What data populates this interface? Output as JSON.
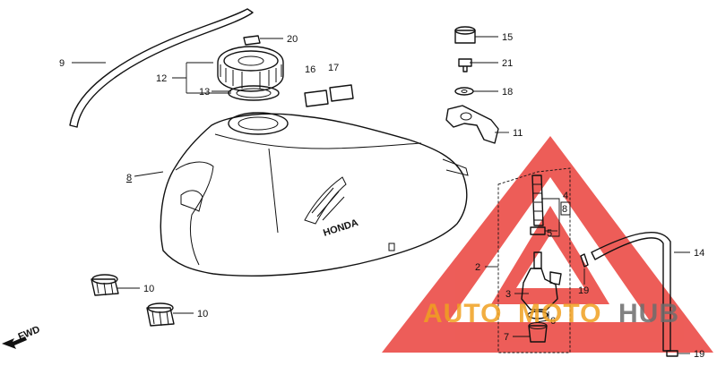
{
  "labels": {
    "p2": "2",
    "p3": "3",
    "p4": "4",
    "p5": "5",
    "p6": "6",
    "p7": "7",
    "p8a": "8",
    "p8b": "8",
    "p9": "9",
    "p10a": "10",
    "p10b": "10",
    "p11": "11",
    "p12": "12",
    "p13": "13",
    "p14": "14",
    "p15": "15",
    "p16": "16",
    "p17": "17",
    "p18": "18",
    "p19a": "19",
    "p19b": "19",
    "p20": "20",
    "p21": "21"
  },
  "tank_brand": "HONDA",
  "fwd": "FWD",
  "watermark": {
    "part1": "AUTO",
    "part2": "MOTO",
    "part3": "HUB",
    "color_red": "#e8302a",
    "color_orange": "#f0a020",
    "color_gray": "#6d6d6d"
  }
}
